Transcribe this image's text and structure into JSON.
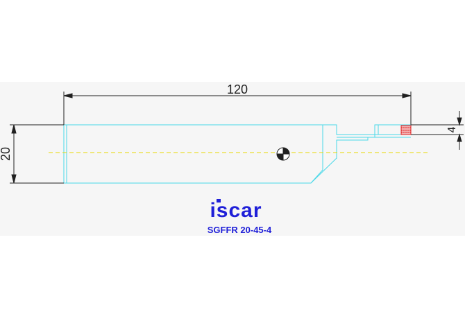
{
  "drawing": {
    "dimensions": {
      "length": "120",
      "height": "20",
      "groove_width": "4"
    },
    "brand_logo": "iscar",
    "part_number": "SGFFR 20-45-4",
    "colors": {
      "body_outline": "#48d8e8",
      "dimension": "#202020",
      "centerline": "#e8d800",
      "insert": "#e02020",
      "brand": "#1f1fd8"
    }
  }
}
